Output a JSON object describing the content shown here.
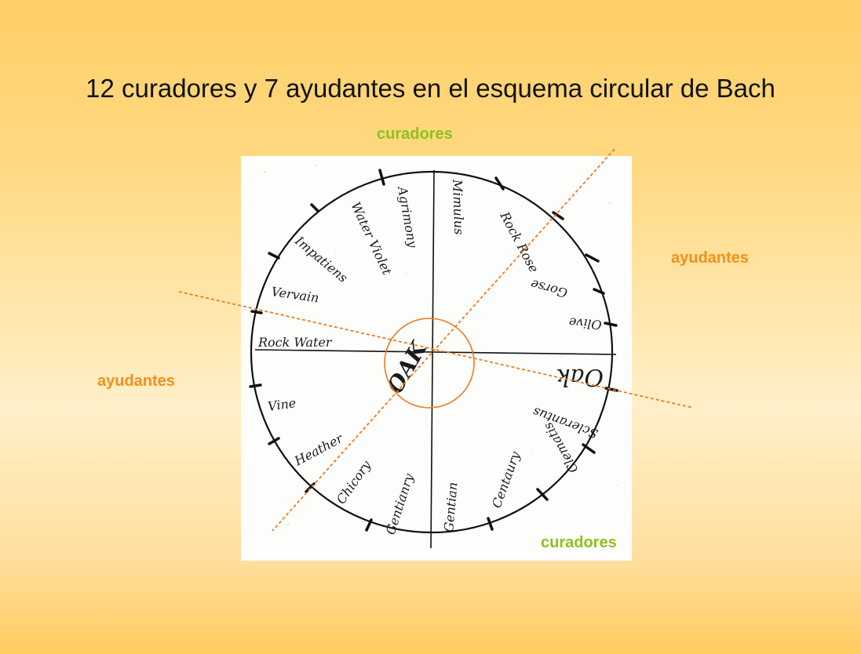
{
  "title": "12 curadores y 7 ayudantes en el esquema circular de Bach",
  "labels": {
    "curadores_top": "curadores",
    "curadores_bottom": "curadores",
    "ayudantes_left": "ayudantes",
    "ayudantes_right": "ayudantes"
  },
  "diagram": {
    "center": "OAK",
    "remedies": [
      "Agrimony",
      "Mimulus",
      "Rock Rose",
      "Gorse",
      "Olive",
      "Oak",
      "Sclerantus",
      "Clematis",
      "Centaury",
      "Gentian",
      "Gentianry",
      "Chicory",
      "Heather",
      "Vine",
      "Rock Water",
      "Vervain",
      "Impatiens",
      "Water Violet"
    ]
  },
  "colors": {
    "green_label": "#8DC11D",
    "orange_label": "#F39019",
    "overlay_orange": "#EE7B1F"
  }
}
